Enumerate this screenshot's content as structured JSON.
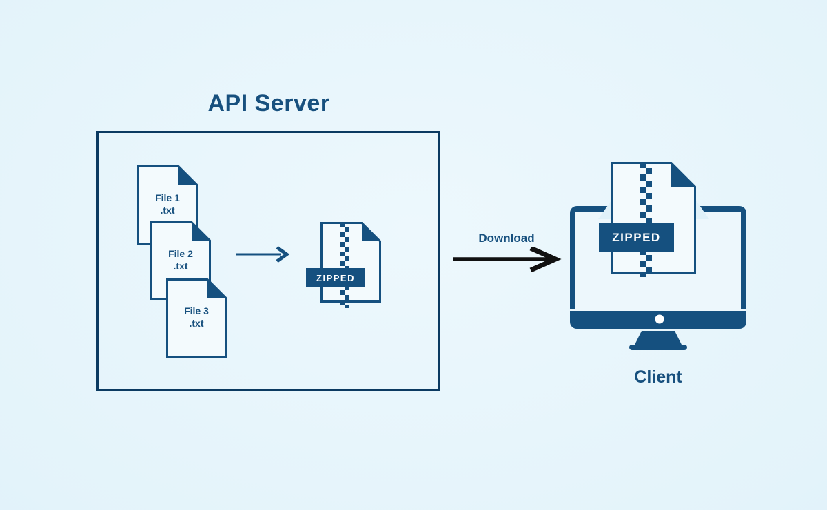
{
  "colors": {
    "background": "#E3F3FA",
    "primary_blue": "#15507F",
    "heading_blue": "#17507E",
    "box_border": "#0B3A61",
    "file_fill": "#F3FAFD",
    "screen_fill": "#EDF7FC",
    "arrow_black": "#111111",
    "banner_text": "#FFFFFF"
  },
  "api_server": {
    "title": "API Server",
    "files": [
      {
        "name": "File 1",
        "ext": ".txt"
      },
      {
        "name": "File 2",
        "ext": ".txt"
      },
      {
        "name": "File 3",
        "ext": ".txt"
      }
    ],
    "zip_banner": "ZIPPED"
  },
  "transfer": {
    "label": "Download"
  },
  "client": {
    "label": "Client",
    "zip_banner": "ZIPPED"
  }
}
